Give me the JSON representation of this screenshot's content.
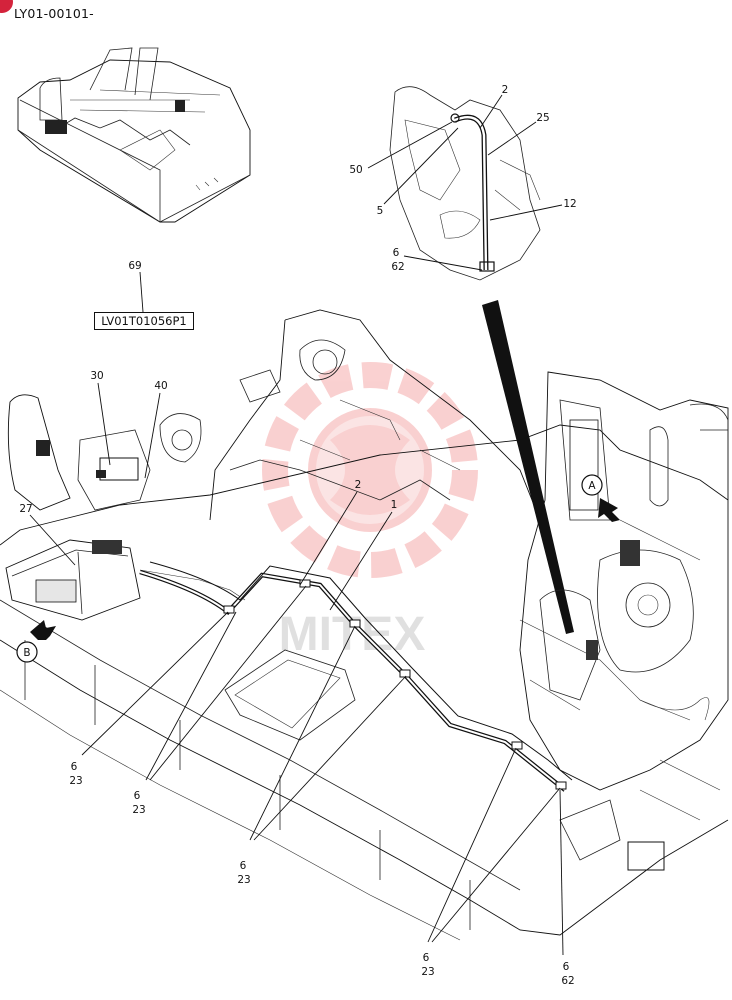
{
  "document_code": "LY01-00101-",
  "reference_box": "LV01T01056P1",
  "views": {
    "a": "A",
    "b": "B"
  },
  "watermark": "MITEX",
  "callouts": [
    {
      "id": "c69",
      "text": "69"
    },
    {
      "id": "c2-top",
      "text": "2"
    },
    {
      "id": "c25",
      "text": "25"
    },
    {
      "id": "c50",
      "text": "50"
    },
    {
      "id": "c5",
      "text": "5"
    },
    {
      "id": "c12",
      "text": "12"
    },
    {
      "id": "c6-top",
      "text": "6"
    },
    {
      "id": "c62-top",
      "text": "62"
    },
    {
      "id": "c30",
      "text": "30"
    },
    {
      "id": "c40",
      "text": "40"
    },
    {
      "id": "c27",
      "text": "27"
    },
    {
      "id": "c2-mid",
      "text": "2"
    },
    {
      "id": "c1",
      "text": "1"
    },
    {
      "id": "c6-a",
      "text": "6"
    },
    {
      "id": "c23-a",
      "text": "23"
    },
    {
      "id": "c6-b",
      "text": "6"
    },
    {
      "id": "c23-b",
      "text": "23"
    },
    {
      "id": "c6-c",
      "text": "6"
    },
    {
      "id": "c23-c",
      "text": "23"
    },
    {
      "id": "c6-d",
      "text": "6"
    },
    {
      "id": "c23-d",
      "text": "23"
    },
    {
      "id": "c6-e",
      "text": "6"
    },
    {
      "id": "c62-e",
      "text": "62"
    }
  ]
}
